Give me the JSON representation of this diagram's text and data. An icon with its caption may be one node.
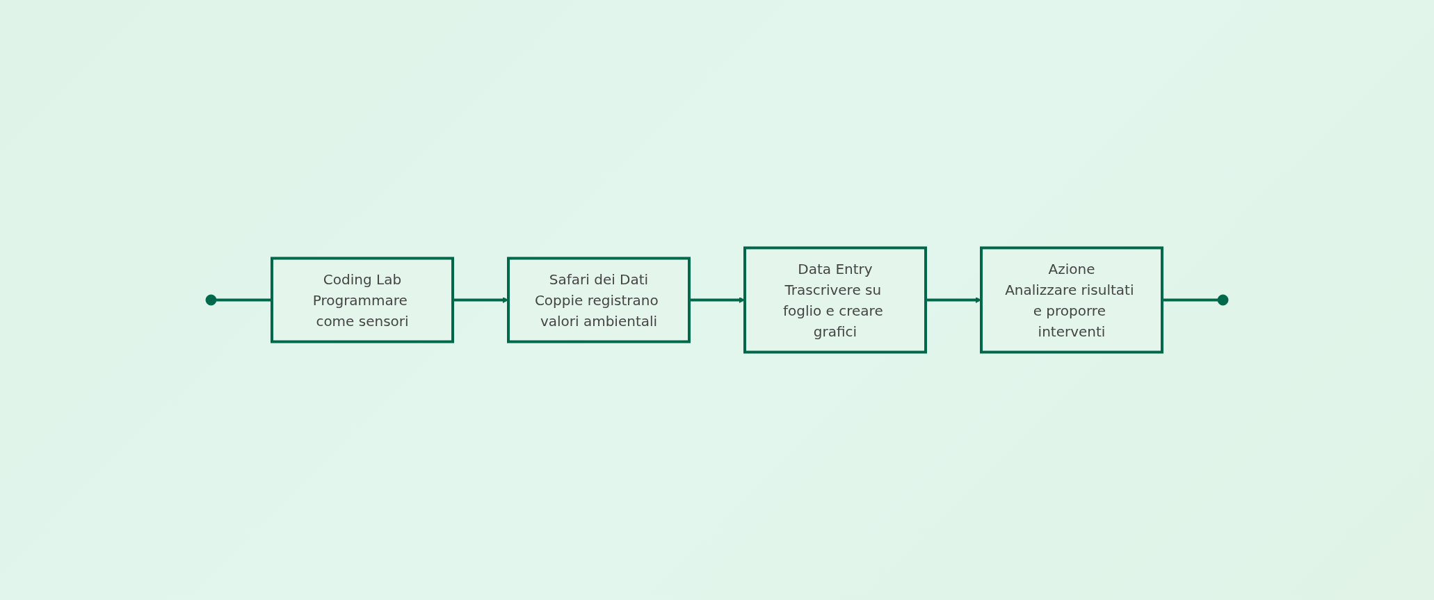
{
  "diagram": {
    "nodes": [
      {
        "text": [],
        "shape": "circle"
      },
      {
        "text": [
          "Coding Lab",
          "Programmare come sensori"
        ]
      },
      {
        "text": [
          "Safari dei Dati",
          "Coppie registrano valori ambientali"
        ]
      },
      {
        "text": [
          "Data Entry",
          "Trascrivere su foglio e creare grafici"
        ]
      },
      {
        "text": [
          "Azione",
          "Analizzare risultati e proporre interventi"
        ]
      },
      {
        "text": [],
        "shape": "circle"
      }
    ],
    "edges": [
      {
        "from": 0,
        "to": 1,
        "arrow": "none"
      },
      {
        "from": 1,
        "to": 2,
        "arrow": "to"
      },
      {
        "from": 2,
        "to": 3,
        "arrow": "to"
      },
      {
        "from": 3,
        "to": 4,
        "arrow": "to"
      },
      {
        "from": 4,
        "to": 5,
        "arrow": "none"
      }
    ]
  }
}
